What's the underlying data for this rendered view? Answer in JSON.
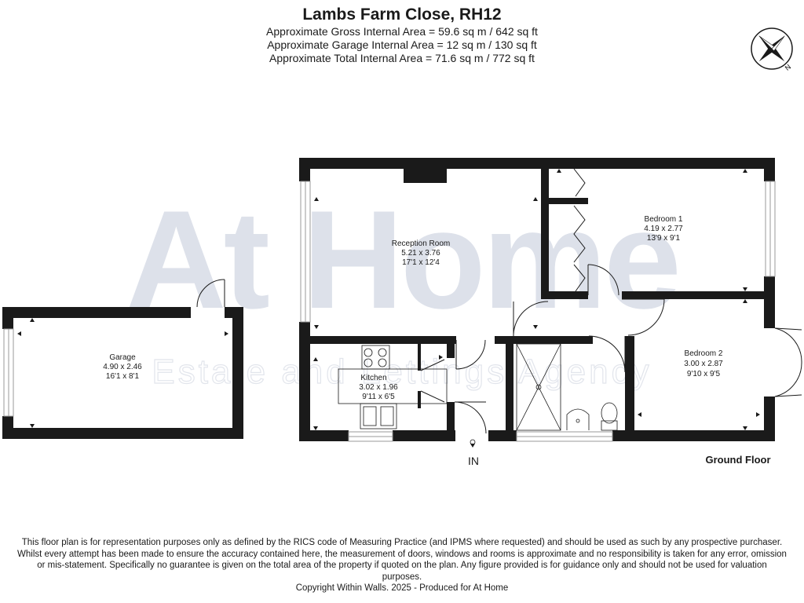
{
  "header": {
    "title": "Lambs Farm Close, RH12",
    "areas": [
      "Approximate Gross Internal Area = 59.6 sq m / 642 sq ft",
      "Approximate Garage Internal Area = 12 sq m / 130 sq ft",
      "Approximate Total Internal Area = 71.6 sq m / 772 sq ft"
    ],
    "compass_label": "N"
  },
  "watermark": {
    "brand": "At Home",
    "tagline": "Estate and Lettings Agency",
    "color": "#d9dde8"
  },
  "rooms": {
    "reception": {
      "name": "Reception Room",
      "metric": "5.21 x 3.76",
      "imperial": "17'1 x 12'4"
    },
    "bedroom1": {
      "name": "Bedroom 1",
      "metric": "4.19 x 2.77",
      "imperial": "13'9 x 9'1"
    },
    "bedroom2": {
      "name": "Bedroom 2",
      "metric": "3.00 x 2.87",
      "imperial": "9'10 x 9'5"
    },
    "kitchen": {
      "name": "Kitchen",
      "metric": "3.02 x 1.96",
      "imperial": "9'11 x 6'5"
    },
    "garage": {
      "name": "Garage",
      "metric": "4.90 x 2.46",
      "imperial": "16'1 x 8'1"
    }
  },
  "entrance_label": "IN",
  "floor_label": "Ground Floor",
  "footer": {
    "disclaimer": "This floor plan is for representation purposes only as defined by the RICS code of Measuring Practice (and IPMS where requested) and should be used as such by any prospective purchaser. Whilst every attempt has been made to ensure the accuracy contained here, the measurement of doors, windows and rooms is approximate and no responsibility is taken for any error, omission or mis-statement. Specifically no guarantee is given on the total area of the property if quoted on the plan. Any figure provided is for guidance only and should not be used for valuation purposes.",
    "copyright": "Copyright Within Walls. 2025 - Produced for At Home"
  },
  "colors": {
    "wall": "#1a1a1a",
    "window": "#9a9a9a"
  }
}
